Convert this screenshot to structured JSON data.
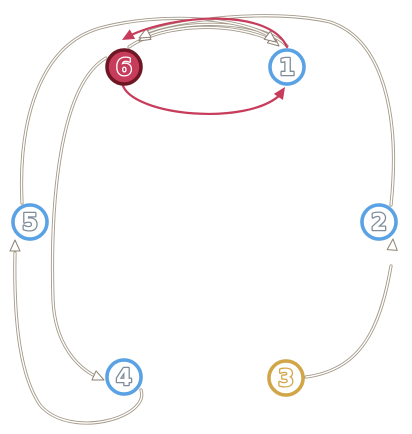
{
  "colors": {
    "node_fill": "#ffffff",
    "node_ring": "#5aa2e6",
    "node_label_stroke": "#7f8c99",
    "active_node_fill": "#c73c5b",
    "active_node_ring": "#6e1624",
    "active_label_stroke": "#ffffff",
    "gold_node_ring": "#d2a646",
    "gold_label_stroke": "#d2a646",
    "highlight_edge": "#c73c5b"
  },
  "nodes": [
    {
      "id": "1",
      "label": "1",
      "state": "normal"
    },
    {
      "id": "2",
      "label": "2",
      "state": "normal"
    },
    {
      "id": "3",
      "label": "3",
      "state": "gold"
    },
    {
      "id": "4",
      "label": "4",
      "state": "normal"
    },
    {
      "id": "5",
      "label": "5",
      "state": "normal"
    },
    {
      "id": "6",
      "label": "6",
      "state": "active"
    }
  ],
  "edges": [
    {
      "from": "6",
      "to": "1",
      "highlighted": true
    },
    {
      "from": "1",
      "to": "6",
      "highlighted": true
    },
    {
      "from": "6",
      "to": "1",
      "highlighted": false
    },
    {
      "from": "1",
      "to": "6",
      "highlighted": false
    },
    {
      "from": "6",
      "to": "4",
      "highlighted": false
    },
    {
      "from": "4",
      "to": "5",
      "highlighted": false
    },
    {
      "from": "5",
      "to": "1",
      "highlighted": false
    },
    {
      "from": "3",
      "to": "2",
      "highlighted": false
    },
    {
      "from": "2",
      "to": "6",
      "highlighted": false
    }
  ]
}
